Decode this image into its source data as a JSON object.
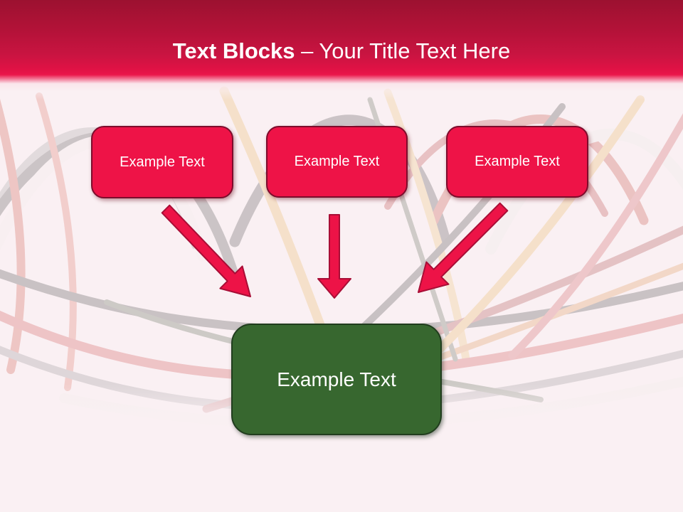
{
  "slide": {
    "title": {
      "bold": "Text Blocks",
      "rest": " – Your Title Text Here"
    },
    "background": {
      "name": "faded-cable-bundle-photo",
      "base_color": "#faf0f3"
    },
    "colors": {
      "header_top": "#9c1130",
      "header_bottom": "#ea164a",
      "block_red_fill": "#ee1347",
      "block_red_border": "#7d0c2c",
      "block_green_fill": "#37672f",
      "block_green_border": "#213d1e",
      "arrow_fill": "#ed1347",
      "arrow_border": "#a80e36",
      "text_color": "#ffffff"
    },
    "boxes": [
      {
        "id": "top-left",
        "label": "Example Text"
      },
      {
        "id": "top-center",
        "label": "Example Text"
      },
      {
        "id": "top-right",
        "label": "Example Text"
      },
      {
        "id": "bottom",
        "label": "Example Text"
      }
    ],
    "arrows": [
      {
        "name": "arrow-down-right",
        "from": "top-left box",
        "to": "bottom box"
      },
      {
        "name": "arrow-down",
        "from": "top-center box",
        "to": "bottom box"
      },
      {
        "name": "arrow-down-left",
        "from": "top-right box",
        "to": "bottom box"
      }
    ]
  }
}
